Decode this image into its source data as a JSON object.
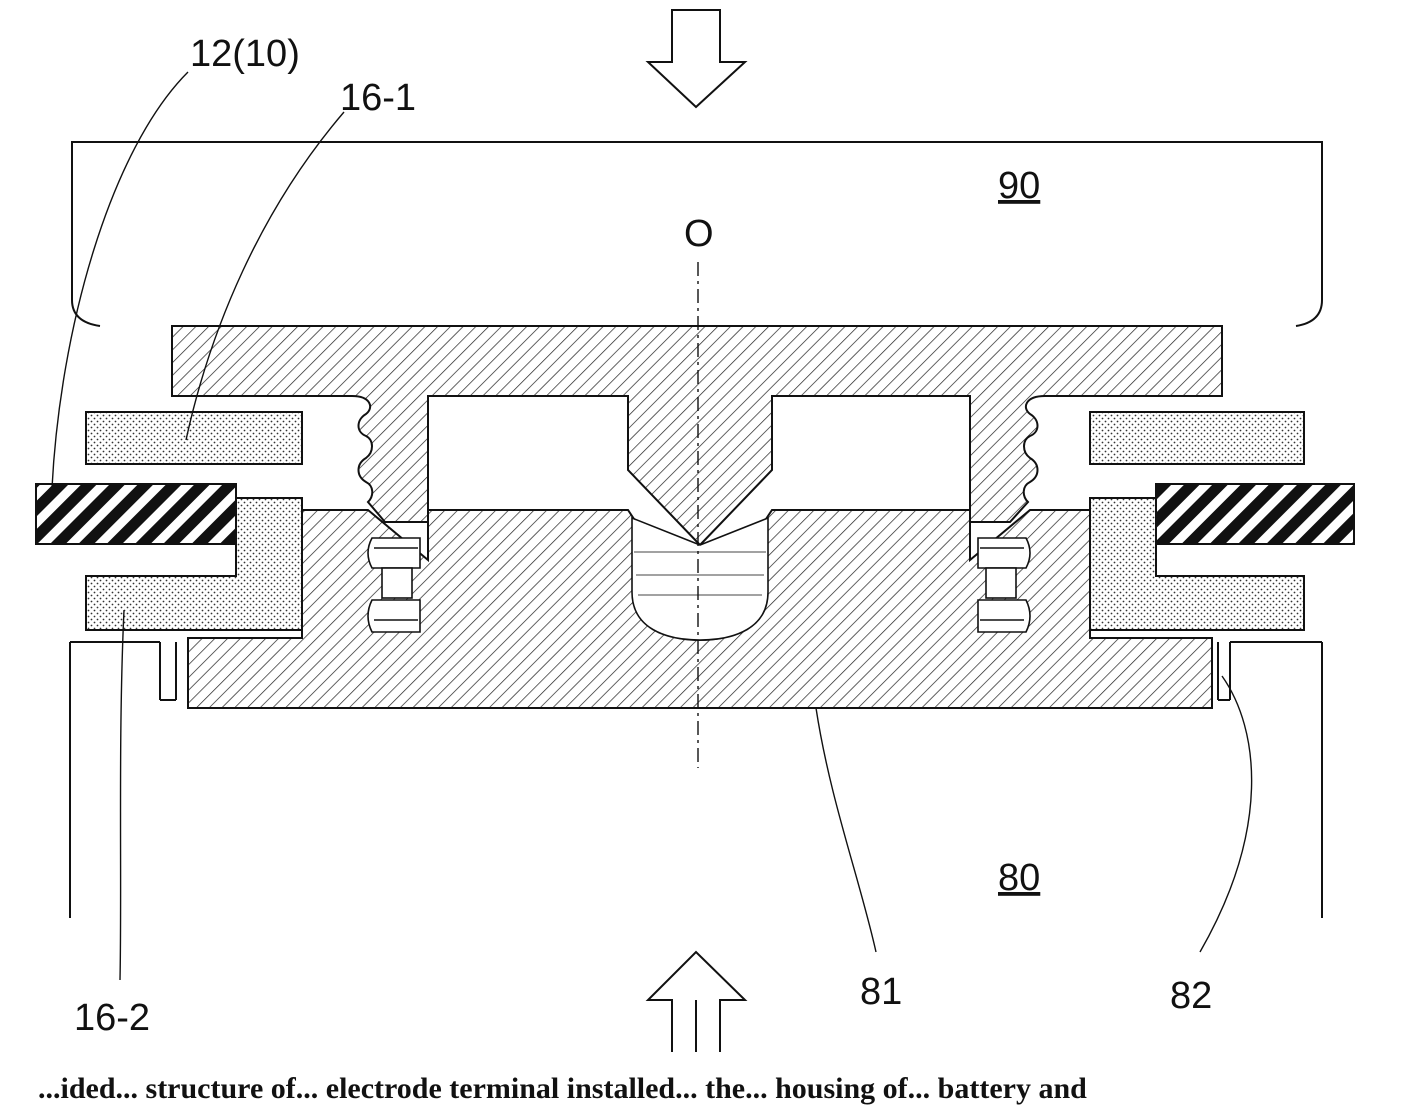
{
  "labels": {
    "part_12_10": "12(10)",
    "part_16_1": "16-1",
    "part_90": "90",
    "center_axis": "O",
    "part_80": "80",
    "part_16_2": "16-2",
    "part_81": "81",
    "part_82": "82"
  },
  "caption": "...ided... structure of... electrode terminal installed... the... housing of... battery and",
  "colors": {
    "line": "#111111",
    "background": "#ffffff"
  }
}
